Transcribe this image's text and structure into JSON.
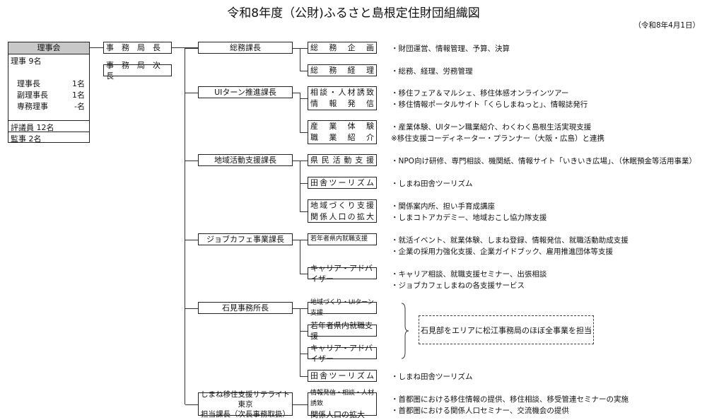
{
  "title": "令和8年度（公財)ふるさと島根定住財団組織図",
  "date": "（令和8年4月1日）",
  "board": {
    "header": "理事会",
    "directors": "理事 9名",
    "roles": [
      {
        "label": "理事長",
        "count": "1名"
      },
      {
        "label": "副理事長",
        "count": "1名"
      },
      {
        "label": "専務理事",
        "count": "-名"
      }
    ],
    "councilors": "評議員 12名",
    "auditors": "監事 2名"
  },
  "secretariat": {
    "chief": "事　務　局　長",
    "deputy": "事　務　局　次　長"
  },
  "sections": [
    {
      "head": [
        "総務課長"
      ]
    },
    {
      "head": [
        "UIターン推進課長"
      ]
    },
    {
      "head": [
        "地域活動支援課長"
      ]
    },
    {
      "head": [
        "ジョブカフェ事業課長"
      ]
    },
    {
      "head": [
        "石見事務所長"
      ]
    },
    {
      "head": [
        "しまね移住支援サテライト東京",
        "担当課長（次長事務取扱）"
      ]
    }
  ],
  "units": [
    {
      "lines": [
        "総務企画"
      ]
    },
    {
      "lines": [
        "総務経理"
      ]
    },
    {
      "lines": [
        "相談・人材誘致",
        "情報発信"
      ]
    },
    {
      "lines": [
        "産業体験",
        "職業紹介"
      ]
    },
    {
      "lines": [
        "県民活動支援"
      ]
    },
    {
      "lines": [
        "田舎ツーリズム"
      ]
    },
    {
      "lines": [
        "地域づくり支援",
        "関係人口の拡大"
      ]
    },
    {
      "lines": [
        "若年者県内就職支援"
      ]
    },
    {
      "lines": [
        "キャリア・アドバイザー"
      ]
    },
    {
      "lines": [
        "地域づくり・UIターン支援"
      ]
    },
    {
      "lines": [
        "若年者県内就職支援"
      ]
    },
    {
      "lines": [
        "キャリア・アドバイザー"
      ]
    },
    {
      "lines": [
        "田舎ツーリズム"
      ]
    },
    {
      "lines": [
        "情報発信・相談・人材誘致",
        "関係人口の拡大"
      ]
    }
  ],
  "descriptions": [
    "・財団運営、情報管理、予算、決算",
    "・総務、経理、労務管理",
    "・移住フェア＆マルシェ、移住体感オンラインツアー",
    "・移住情報ポータルサイト「くらしまねっと」、情報誌発行",
    "・産業体験、UIターン職業紹介、わくわく島根生活実現支援",
    "※移住支援コーディネーター・プランナー（大阪・広島）と連携",
    "・NPO向け研修、専門相談、機関紙、情報サイト「いきいき広場」、（休眠預金等活用事業）",
    "・しまね田舎ツーリズム",
    "・関係案内所、担い手育成講座",
    "・しまコトアカデミー、地域おこし協力隊支援",
    "・就活イベント、就業体験、しまね登録、情報発信、就職活動助成支援",
    "・企業の採用力強化支援、企業ガイドブック、雇用推進団体等支援",
    "・キャリア相談、就職支援セミナー、出張相談",
    "・ジョブカフェしまねの各支援サービス",
    "・しまね田舎ツーリズム",
    "・首都圏における移住情報の提供、移住相談、移受管連セミナーの実施",
    "・首都圏における関係人口セミナー、交流機会の提供"
  ],
  "iwami_note": "石見部をエリアに松江事務局のほぼ全事業を担当"
}
